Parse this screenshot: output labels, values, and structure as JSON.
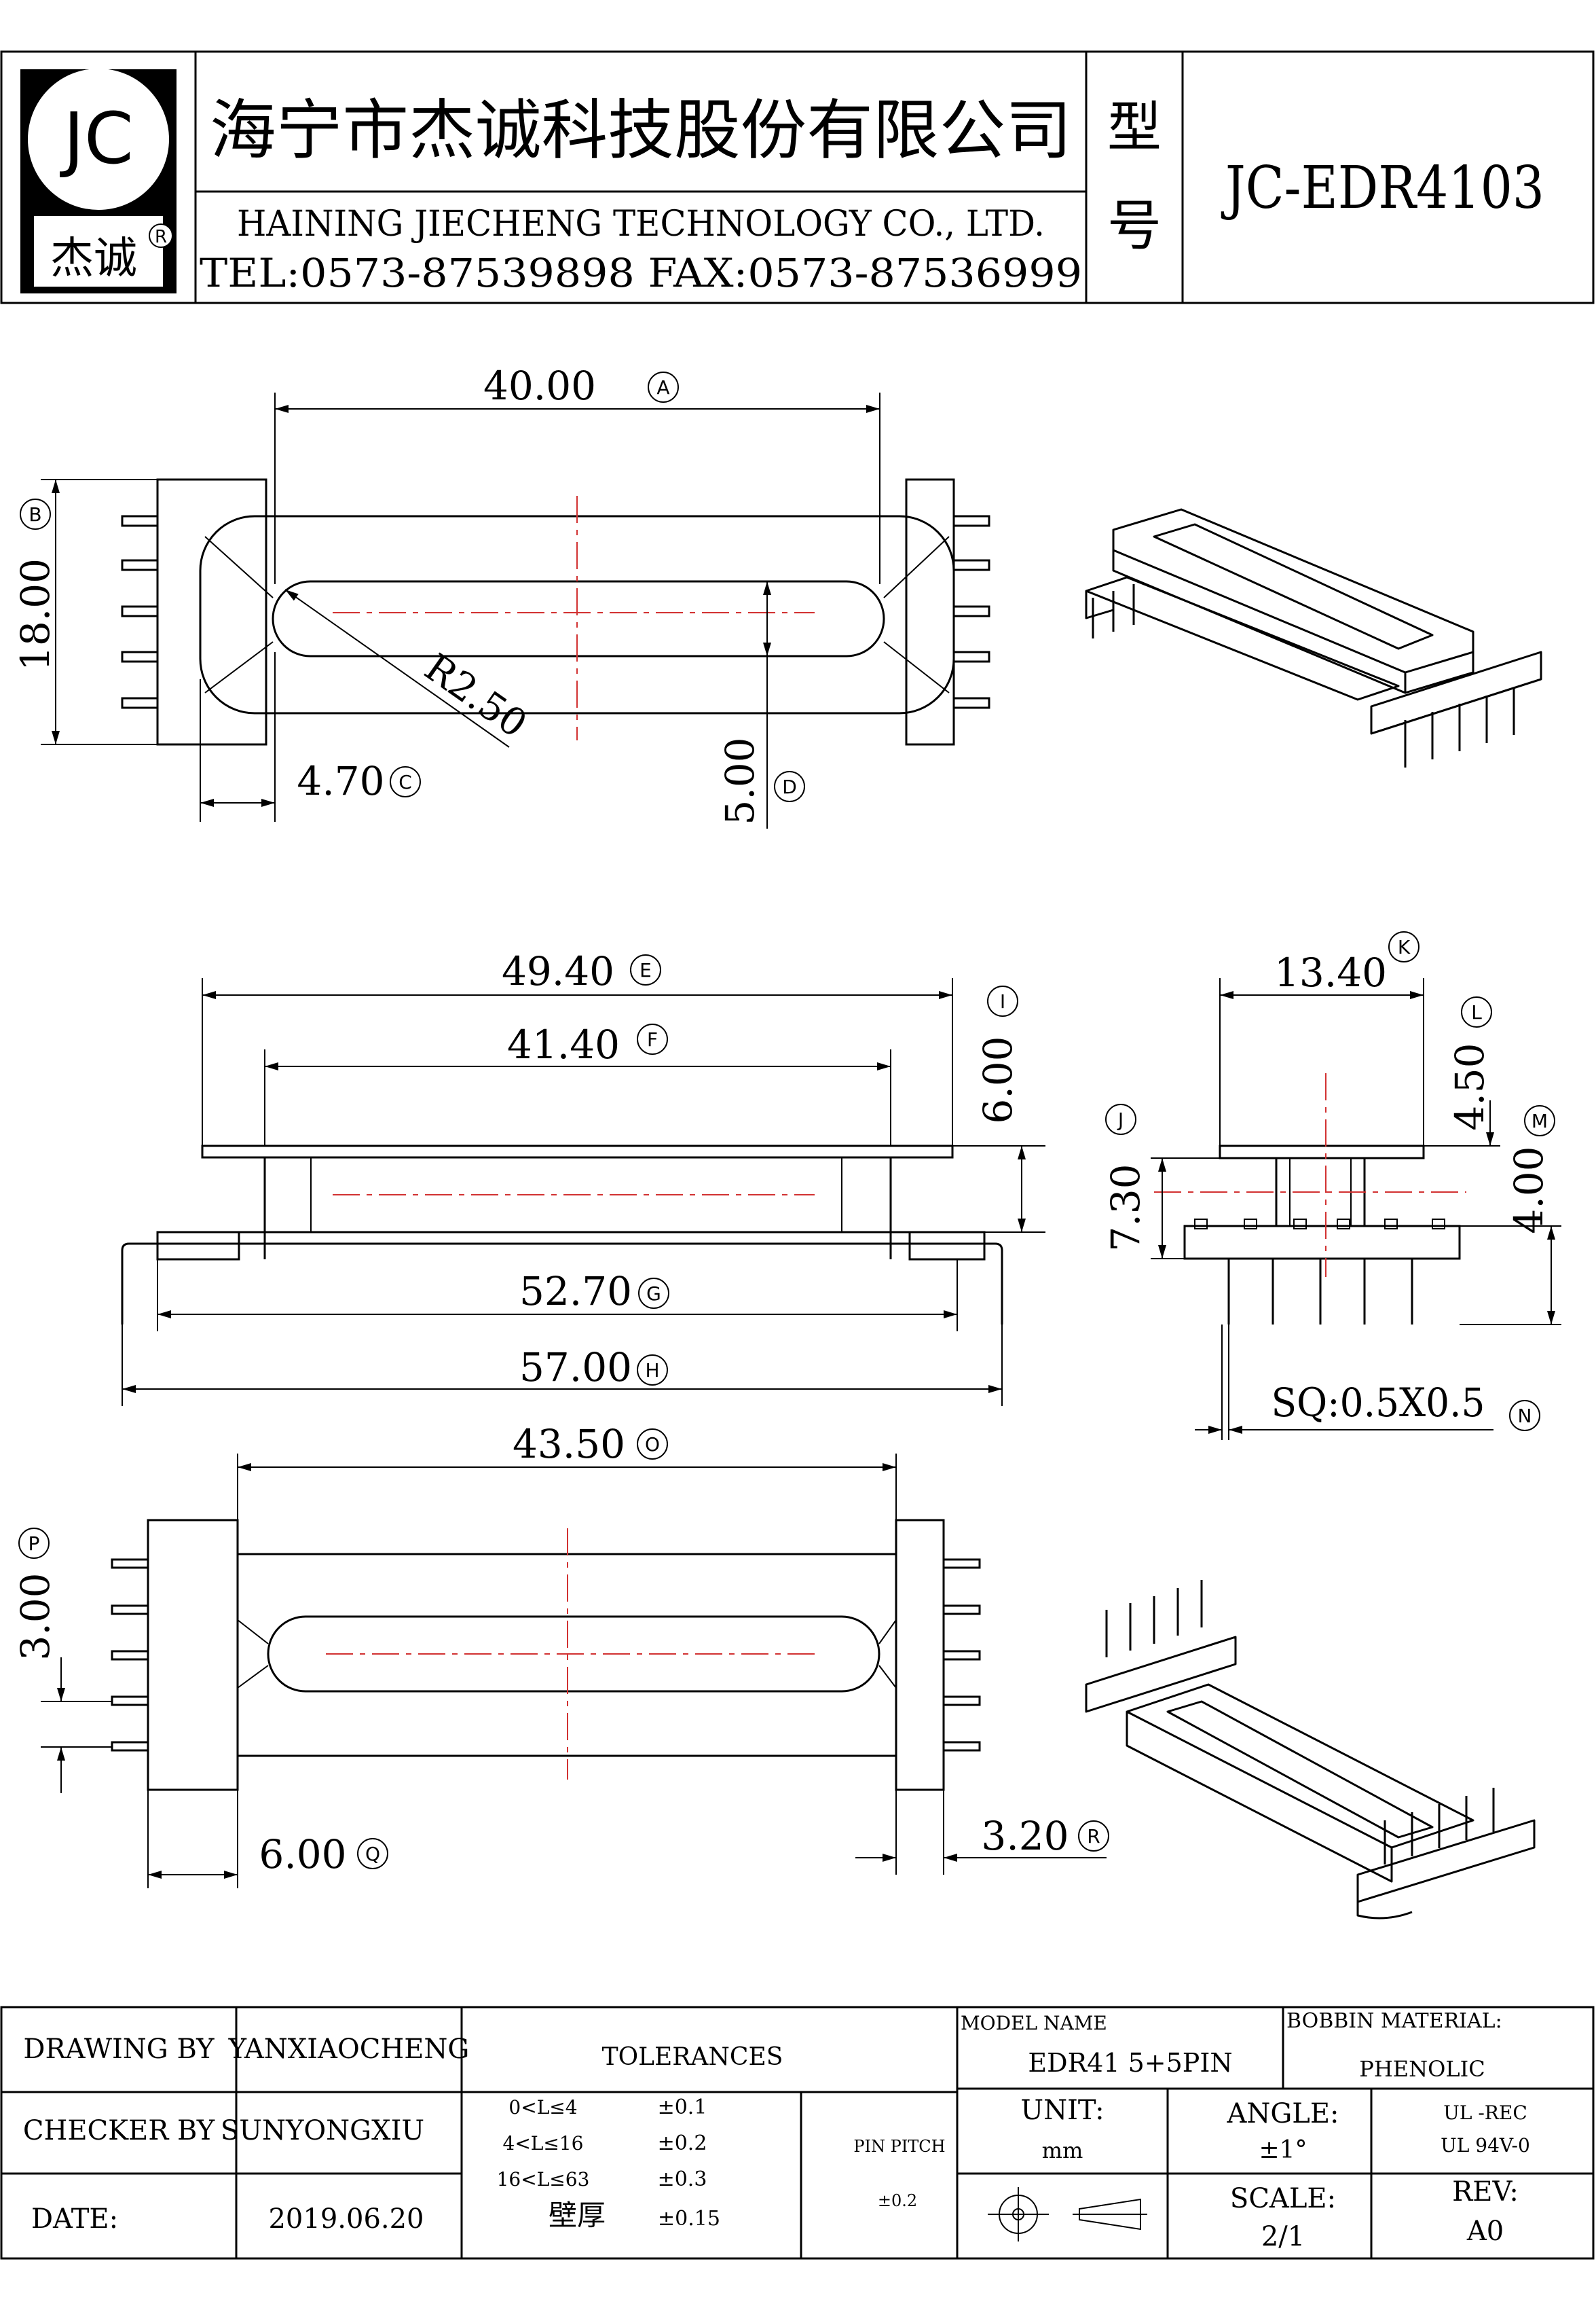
{
  "header": {
    "logo_text": "JC",
    "logo_cn": "杰诚",
    "logo_reg": "R",
    "company_cn": "海宁市杰诚科技股份有限公司",
    "company_en": "HAINING JIECHENG TECHNOLOGY CO., LTD.",
    "contact": "TEL:0573-87539898  FAX:0573-87536999",
    "model_label_1": "型",
    "model_label_2": "号",
    "model": "JC-EDR4103"
  },
  "dimensions": {
    "A": {
      "value": "40.00",
      "tag": "A"
    },
    "B": {
      "value": "18.00",
      "tag": "B"
    },
    "C": {
      "value": "4.70",
      "tag": "C"
    },
    "D": {
      "value": "5.00",
      "tag": "D"
    },
    "radius": "R2.50",
    "E": {
      "value": "49.40",
      "tag": "E"
    },
    "F": {
      "value": "41.40",
      "tag": "F"
    },
    "G": {
      "value": "52.70",
      "tag": "G"
    },
    "H": {
      "value": "57.00",
      "tag": "H"
    },
    "I": {
      "value": "6.00",
      "tag": "I"
    },
    "K": {
      "value": "13.40",
      "tag": "K"
    },
    "L": {
      "value": "4.50",
      "tag": "L"
    },
    "J": {
      "value": "7.30",
      "tag": "J"
    },
    "M": {
      "value": "4.00",
      "tag": "M"
    },
    "N": {
      "value": "SQ:0.5X0.5",
      "tag": "N"
    },
    "O": {
      "value": "43.50",
      "tag": "O"
    },
    "P": {
      "value": "3.00",
      "tag": "P"
    },
    "Q": {
      "value": "6.00",
      "tag": "Q"
    },
    "R": {
      "value": "3.20",
      "tag": "R"
    }
  },
  "title_block": {
    "drawing_by_label": "DRAWING BY",
    "drawing_by": "YANXIAOCHENG",
    "tolerances_label": "TOLERANCES",
    "model_name_label": "MODEL NAME",
    "model_name": "EDR41 5+5PIN",
    "material_label": "BOBBIN MATERIAL:",
    "material": "PHENOLIC",
    "checker_label": "CHECKER BY",
    "checker": "SUNYONGXIU",
    "tol_rows": [
      {
        "range": "0<L≤4",
        "value": "±0.1"
      },
      {
        "range": "4<L≤16",
        "value": "±0.2"
      },
      {
        "range": "16<L≤63",
        "value": "±0.3"
      },
      {
        "range": "壁厚",
        "value": "±0.15"
      }
    ],
    "pin_pitch_label": "PIN PITCH",
    "pin_pitch": "±0.2",
    "unit_label": "UNIT:",
    "unit": "mm",
    "angle_label": "ANGLE:",
    "angle": "±1°",
    "ul_1": "UL -REC",
    "ul_2": "UL  94V-0",
    "date_label": "DATE:",
    "date": "2019.06.20",
    "scale_label": "SCALE:",
    "scale": "2/1",
    "rev_label": "REV:",
    "rev": "A0"
  }
}
